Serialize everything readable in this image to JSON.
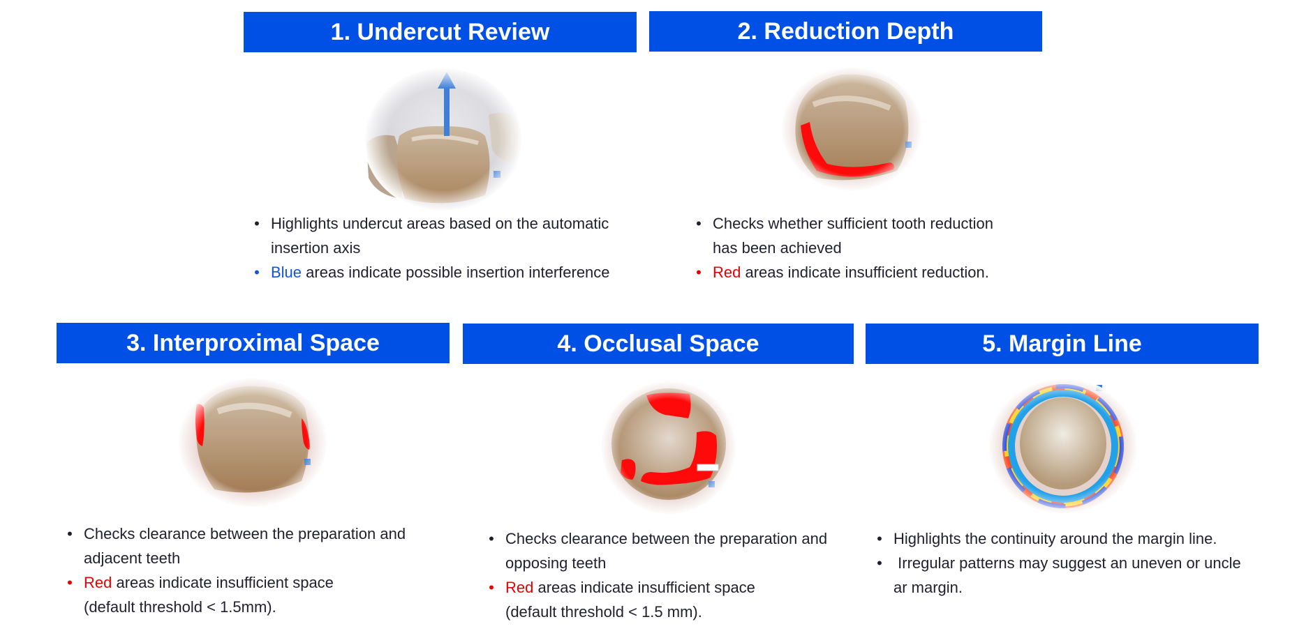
{
  "colors": {
    "header_bg": "#0050e6",
    "header_text": "#ffffff",
    "accent_blue": "#1155dd",
    "accent_red": "#e60000",
    "body_text": "#1f1f2e"
  },
  "panels": [
    {
      "id": "undercut-review",
      "title": "1. Undercut Review",
      "figure": "tooth-with-insertion-arrow",
      "bullets": [
        {
          "accent": "",
          "keyword": "",
          "text": "Highlights undercut areas based on the automatic insertion axis"
        },
        {
          "accent": "blue",
          "keyword": "Blue",
          "text": " areas indicate possible insertion interference"
        }
      ]
    },
    {
      "id": "reduction-depth",
      "title": "2. Reduction Depth",
      "figure": "tooth-with-red-base",
      "bullets": [
        {
          "accent": "",
          "keyword": "",
          "text": "Checks whether sufficient tooth reduction has been achieved"
        },
        {
          "accent": "red",
          "keyword": "Red",
          "text": " areas indicate insufficient reduction."
        }
      ]
    },
    {
      "id": "interproximal-space",
      "title": "3. Interproximal Space",
      "figure": "tooth-with-red-sides",
      "bullets": [
        {
          "accent": "",
          "keyword": "",
          "text": "Checks clearance between the preparation and adjacent teeth"
        },
        {
          "accent": "red",
          "keyword": "Red",
          "text": " areas indicate insufficient space",
          "extra": "(default threshold < 1.5mm)."
        }
      ]
    },
    {
      "id": "occlusal-space",
      "title": "4. Occlusal Space",
      "figure": "tooth-with-red-top",
      "bullets": [
        {
          "accent": "",
          "keyword": "",
          "text": "Checks clearance between the preparation and opposing teeth"
        },
        {
          "accent": "red",
          "keyword": "Red",
          "text": " areas indicate insufficient space",
          "extra": "(default threshold < 1.5 mm)."
        }
      ]
    },
    {
      "id": "margin-line",
      "title": "5. Margin Line",
      "figure": "tooth-with-heatmap-ring",
      "bullets": [
        {
          "accent": "",
          "keyword": "",
          "text": "Highlights the continuity around the margin line."
        },
        {
          "accent": "",
          "keyword": "",
          "text": " Irregular patterns may suggest an uneven or uncle ar margin."
        }
      ]
    }
  ]
}
